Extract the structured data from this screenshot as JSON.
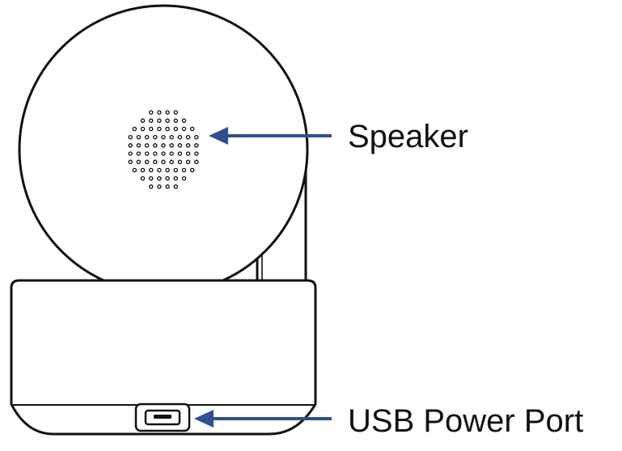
{
  "labels": {
    "speaker": "Speaker",
    "usb_power_port": "USB Power Port"
  },
  "colors": {
    "outline": "#111111",
    "arrow": "#2f4f8f",
    "background": "#ffffff"
  },
  "speaker_grille": {
    "row_counts": [
      4,
      6,
      8,
      9,
      9,
      9,
      9,
      8,
      6,
      4
    ]
  }
}
